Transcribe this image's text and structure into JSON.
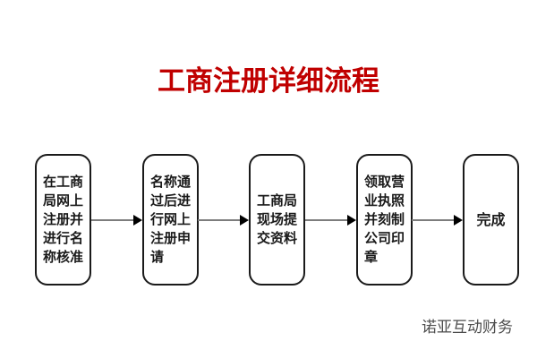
{
  "title": {
    "text": "工商注册详细流程"
  },
  "flow": {
    "type": "flowchart",
    "direction": "left-to-right",
    "steps": [
      {
        "label": "在工商局网上注册并进行名称核准"
      },
      {
        "label": "名称通过后进行网上注册申请"
      },
      {
        "label": "工商局现场提交资料"
      },
      {
        "label": "领取营业执照并刻制公司印章"
      },
      {
        "label": "完成"
      }
    ],
    "connector": "arrow-right"
  },
  "footer": {
    "brand": "诺亚互动财务"
  },
  "colors": {
    "background": "#ffffff",
    "title": "#c00000",
    "box_border": "#1a1a1a",
    "box_fill": "#ffffff",
    "box_text": "#1a1a1a",
    "arrow_line": "#7d7d7d",
    "arrow_head": "#000000",
    "watermark_text": "#4d4d4d"
  }
}
